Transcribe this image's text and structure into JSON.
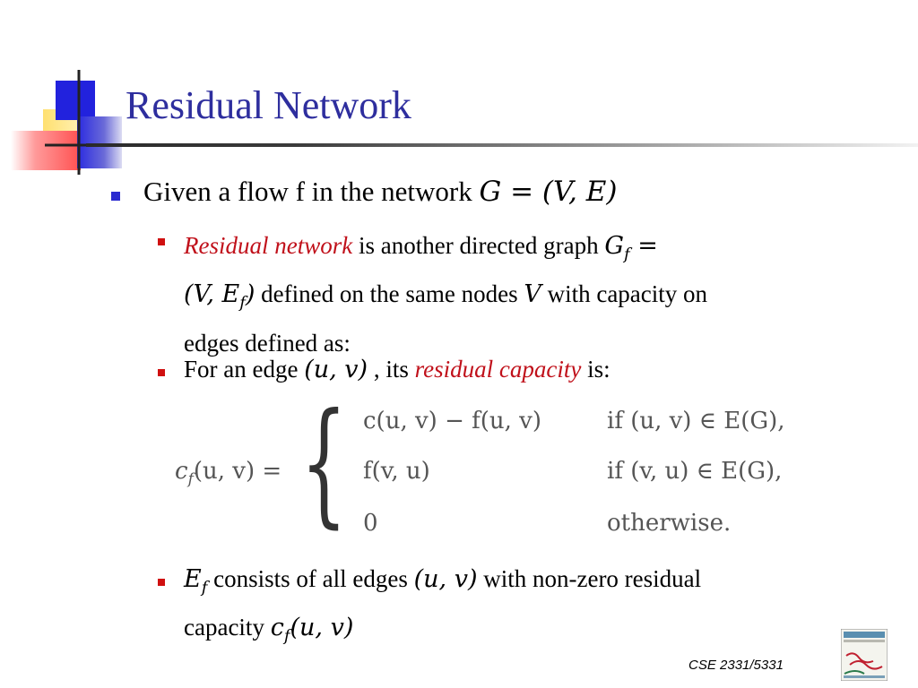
{
  "slide": {
    "title": "Residual Network",
    "bullet1": {
      "text": "Given a flow f in the network ",
      "math": "G = (V, E)"
    },
    "sub1": {
      "term": "Residual network",
      "text_a": " is another directed graph ",
      "math_a": "G",
      "math_a_sub": "f",
      "math_b": " = ",
      "math_c": "(V, E",
      "math_c_sub": "f",
      "math_c_end": ")",
      "text_b": " defined on the same nodes ",
      "math_d": "V",
      "text_c": " with capacity on",
      "text_d": "edges defined as:"
    },
    "sub2": {
      "text_a": " For an edge ",
      "math_a": "(u, v)",
      "text_b": " , its ",
      "term": "residual capacity",
      "text_c": " is:"
    },
    "formula": {
      "lhs": "c",
      "lhs_sub": "f",
      "lhs_rest": "(u, v) =",
      "case1_expr": "c(u, v) − f(u, v)",
      "case1_cond": "if (u, v) ∈ E(G),",
      "case2_expr": "f(v, u)",
      "case2_cond": "if (v, u) ∈ E(G),",
      "case3_expr": "0",
      "case3_cond": "otherwise."
    },
    "sub3": {
      "math_a": "E",
      "math_a_sub": "f",
      "text_a": " consists of all edges ",
      "math_b": "(u, v)",
      "text_b": " with non-zero residual",
      "text_c": "capacity ",
      "math_c": "c",
      "math_c_sub": "f",
      "math_c_end": "(u, v)"
    },
    "footer": "CSE 2331/5331"
  }
}
